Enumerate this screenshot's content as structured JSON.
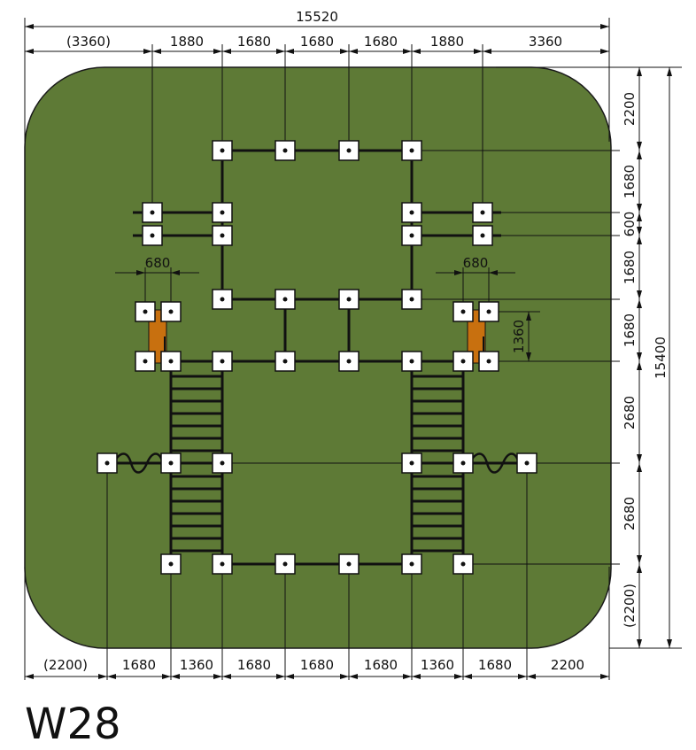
{
  "title": "W28",
  "dimensions": {
    "overall_width": "15520",
    "overall_height": "15400",
    "top": [
      "(3360)",
      "1880",
      "1680",
      "1680",
      "1680",
      "1880",
      "3360"
    ],
    "bottom": [
      "(2200)",
      "1680",
      "1360",
      "1680",
      "1680",
      "1680",
      "1360",
      "1680",
      "2200"
    ],
    "right": [
      "2200",
      "1680",
      "600",
      "1680",
      "1680",
      "2680",
      "2680",
      "(2200)"
    ],
    "inner_left": "680",
    "inner_right": "680",
    "inner_vertical": "1360"
  },
  "colors": {
    "turf": "#5e7a36",
    "turf_edge": "#1a1a1a",
    "post_fill": "#ffffff",
    "beam": "#111111",
    "slide": "#c8700f",
    "line": "#111111"
  }
}
